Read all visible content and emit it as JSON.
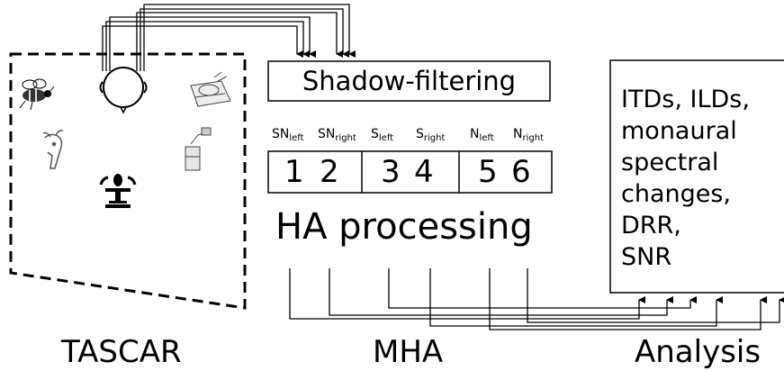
{
  "tascar": {
    "label": "TASCAR",
    "sources": [
      {
        "icon": "bee-icon"
      },
      {
        "icon": "listener-head-icon"
      },
      {
        "icon": "dishes-icon"
      },
      {
        "icon": "goat-icon"
      },
      {
        "icon": "fountain-icon"
      },
      {
        "icon": "jar-icon"
      }
    ]
  },
  "mha": {
    "label": "MHA",
    "shadow_filter_label": "Shadow-filtering",
    "processing_label": "HA processing",
    "channels": [
      {
        "num": "1",
        "base": "SN",
        "sub": "left"
      },
      {
        "num": "2",
        "base": "SN",
        "sub": "right"
      },
      {
        "num": "3",
        "base": "S",
        "sub": "left"
      },
      {
        "num": "4",
        "base": "S",
        "sub": "right"
      },
      {
        "num": "5",
        "base": "N",
        "sub": "left"
      },
      {
        "num": "6",
        "base": "N",
        "sub": "right"
      }
    ]
  },
  "analysis": {
    "label": "Analysis",
    "outputs": [
      "ITDs, ILDs,",
      "monaural",
      "spectral",
      "changes,",
      "DRR,",
      "SNR"
    ]
  }
}
